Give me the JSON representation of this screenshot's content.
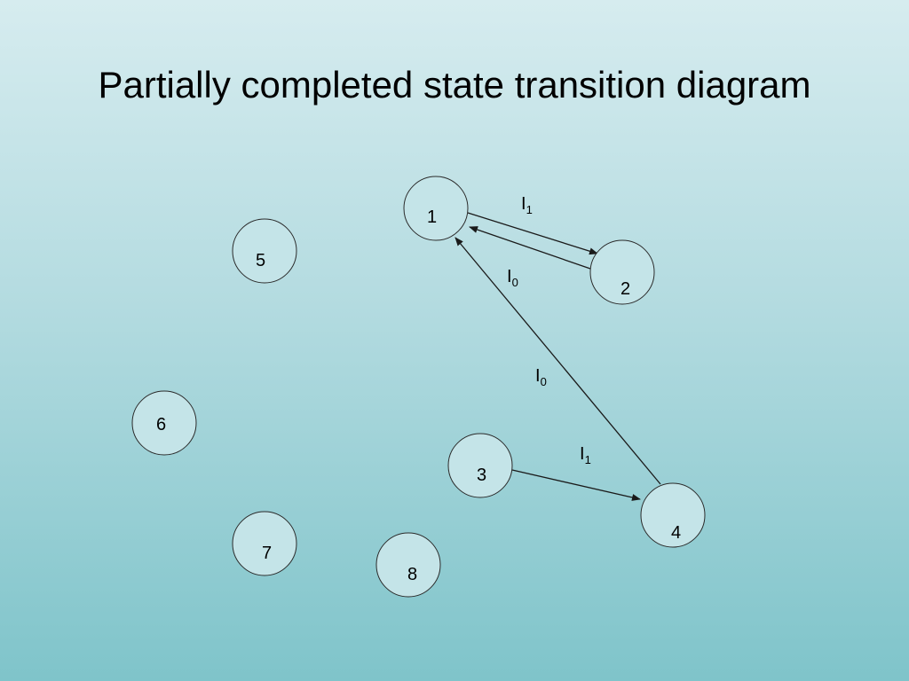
{
  "title": "Partially completed state transition diagram",
  "nodes": [
    {
      "id": "1",
      "label": "1"
    },
    {
      "id": "2",
      "label": "2"
    },
    {
      "id": "3",
      "label": "3"
    },
    {
      "id": "4",
      "label": "4"
    },
    {
      "id": "5",
      "label": "5"
    },
    {
      "id": "6",
      "label": "6"
    },
    {
      "id": "7",
      "label": "7"
    },
    {
      "id": "8",
      "label": "8"
    }
  ],
  "edges": [
    {
      "from": "1",
      "to": "2",
      "label_main": "I",
      "label_sub": "1"
    },
    {
      "from": "2",
      "to": "1",
      "label_main": "I",
      "label_sub": "0"
    },
    {
      "from": "4",
      "to": "1",
      "label_main": "I",
      "label_sub": "0"
    },
    {
      "from": "3",
      "to": "4",
      "label_main": "I",
      "label_sub": "1"
    }
  ],
  "colors": {
    "node_fill": "#c4e4e8",
    "node_stroke": "#2b2b2b",
    "edge": "#1a1a1a",
    "text": "#000000"
  }
}
